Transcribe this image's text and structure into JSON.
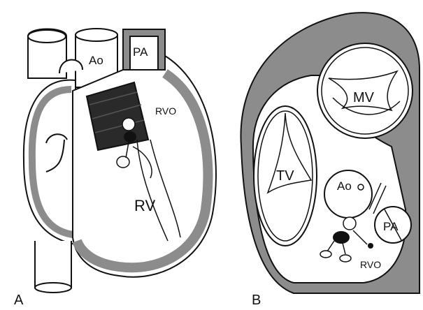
{
  "panel_a": {
    "label": "A",
    "structures": {
      "aorta": "Ao",
      "pulmonary_artery": "PA",
      "right_ventricular_outflow": "RVO",
      "right_ventricle": "RV"
    }
  },
  "panel_b": {
    "label": "B",
    "structures": {
      "mitral_valve": "MV",
      "tricuspid_valve": "TV",
      "aorta": "Ao",
      "pulmonary_artery": "PA",
      "right_ventricular_outflow": "RVO"
    }
  },
  "colors": {
    "wall": "#8c8c8c",
    "line": "#111111",
    "background": "#ffffff"
  }
}
